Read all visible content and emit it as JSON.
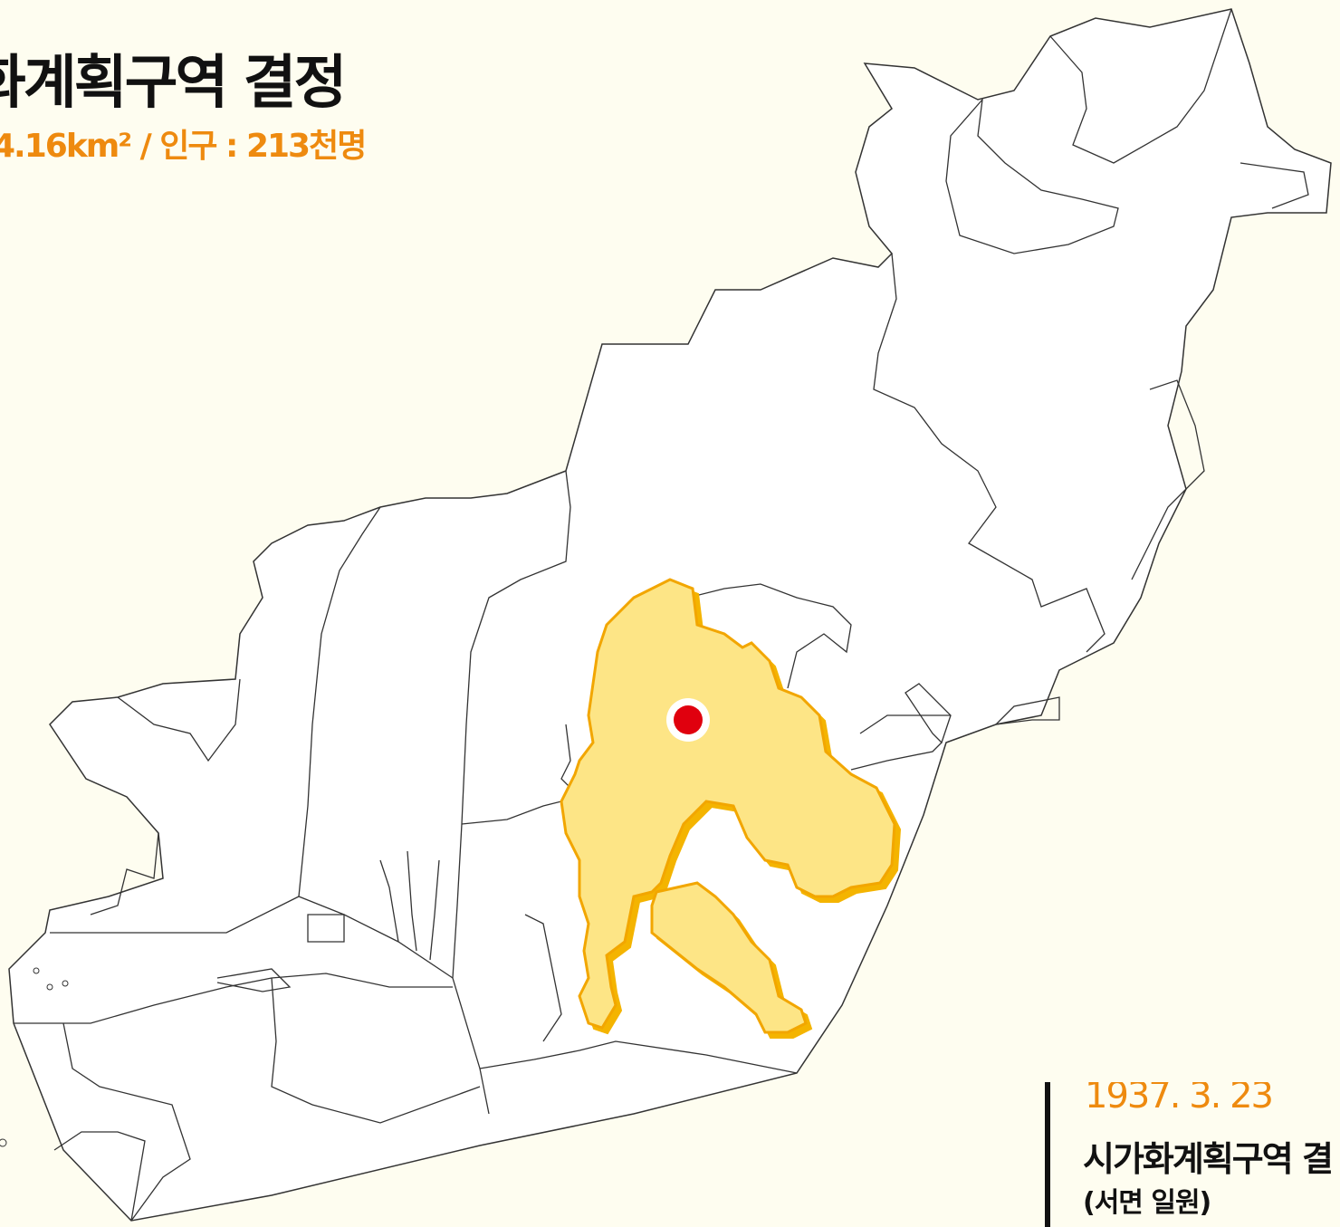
{
  "header": {
    "title": "화계획구역 결정",
    "subtitle": "4.16km² / 인구 : 213천명"
  },
  "event": {
    "date": "1937. 3. 23",
    "description": "시가화계획구역 결",
    "area": "(서면 일원)"
  },
  "colors": {
    "background": "#FEFDF0",
    "district_fill": "#FFFFFF",
    "district_stroke": "#333333",
    "highlight_fill": "#FDE586",
    "highlight_stroke": "#F2A600",
    "marker": "#E0000E",
    "accent_text": "#EE8A0F"
  },
  "map": {
    "highlight_zone": "planned-urban-area",
    "marker_icon": "red-dot-marker"
  }
}
